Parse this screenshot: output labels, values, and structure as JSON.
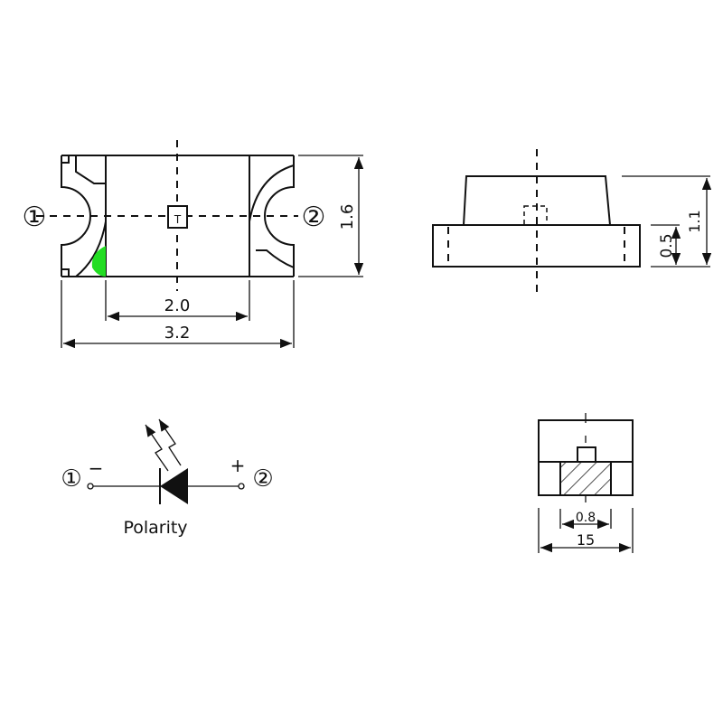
{
  "top_view": {
    "pin1": "①",
    "pin2": "②",
    "marker": "T",
    "dim_height": "1.6",
    "dim_inner": "2.0",
    "dim_length": "3.2",
    "cathode_mark_color": "#22dd22"
  },
  "side_view": {
    "dim_total_height": "1.1",
    "dim_base_height": "0.5"
  },
  "end_view": {
    "dim_pad": "0.8",
    "dim_width": "15"
  },
  "polarity": {
    "pin1": "①",
    "pin2": "②",
    "minus": "−",
    "plus": "+",
    "label": "Polarity"
  }
}
